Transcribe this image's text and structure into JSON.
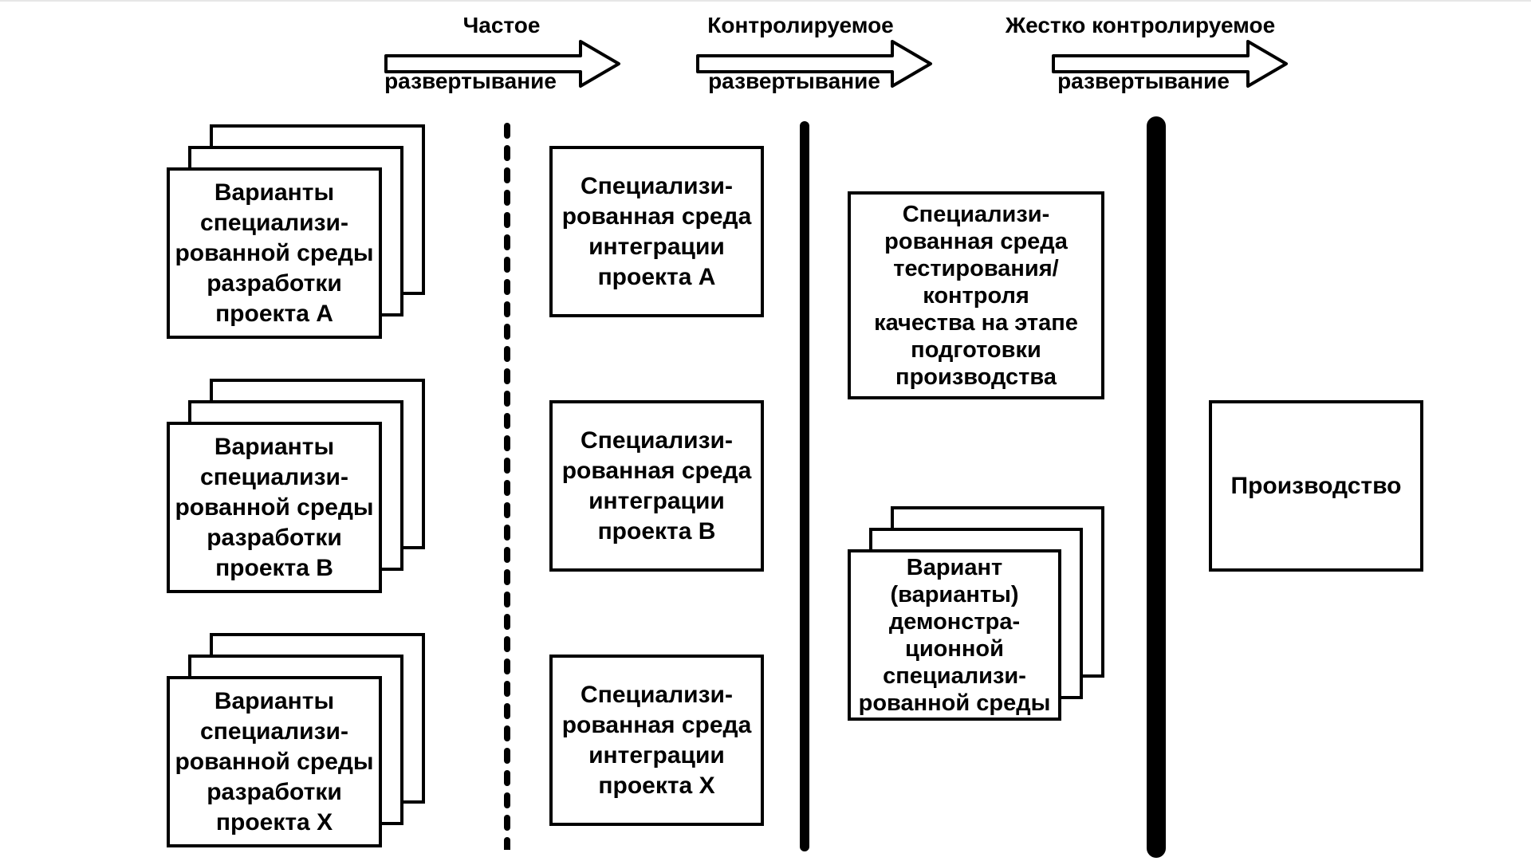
{
  "stages": [
    {
      "title": "Частое",
      "subtitle": "развертывание"
    },
    {
      "title": "Контролируемое",
      "subtitle": "развертывание"
    },
    {
      "title": "Жестко контролируемое",
      "subtitle": "развертывание"
    }
  ],
  "separators": [
    {
      "style": "dashed"
    },
    {
      "style": "thin-solid"
    },
    {
      "style": "thick-solid"
    }
  ],
  "dev_environments": [
    {
      "text": "Варианты\nспециализи-\nрованной среды\nразработки\nпроекта  A"
    },
    {
      "text": "Варианты\nспециализи-\nрованной среды\nразработки\nпроекта  B"
    },
    {
      "text": "Варианты\nспециализи-\nрованной среды\nразработки\nпроекта  X"
    }
  ],
  "integration_environments": [
    {
      "text": "Специализи-\nрованная среда\nинтеграции\nпроекта A"
    },
    {
      "text": "Специализи-\nрованная среда\nинтеграции\nпроекта B"
    },
    {
      "text": "Специализи-\nрованная среда\nинтеграции\nпроекта X"
    }
  ],
  "qa_environment": {
    "text": "Специализи-\nрованная среда\nтестирования/\nконтроля\nкачества на этапе\nподготовки\nпроизводства"
  },
  "demo_environment": {
    "text": "Вариант\n(варианты)\nдемонстра-\nционной\nспециализи-\nрованной среды"
  },
  "production": {
    "text": "Производство"
  }
}
